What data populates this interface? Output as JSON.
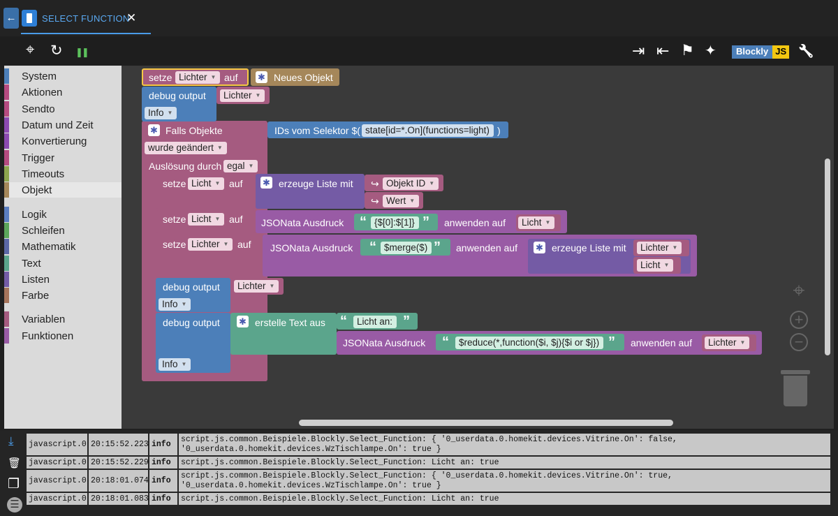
{
  "tab": {
    "title": "SELECT FUNCTION",
    "close": "✕",
    "back": "←"
  },
  "toolbar": {
    "locate_icon": "⌖",
    "refresh_icon": "↻",
    "pause_icon": "❚❚",
    "export_icon": "⇥",
    "import_icon": "⇤",
    "flag_icon": "⚑",
    "sparkle_icon": "✦",
    "blockly_label": "Blockly",
    "js_label": "JS",
    "wrench_icon": "🔧"
  },
  "categories": [
    {
      "label": "System",
      "color": "#4c7fb9"
    },
    {
      "label": "Aktionen",
      "color": "#b54b80"
    },
    {
      "label": "Sendto",
      "color": "#b54b80"
    },
    {
      "label": "Datum und Zeit",
      "color": "#8b4ab0"
    },
    {
      "label": "Konvertierung",
      "color": "#8b4ab0"
    },
    {
      "label": "Trigger",
      "color": "#b54b80"
    },
    {
      "label": "Timeouts",
      "color": "#8ea54e"
    },
    {
      "label": "Objekt",
      "color": "#a5875a"
    },
    {
      "label": "Logik",
      "color": "#5b7ec0"
    },
    {
      "label": "Schleifen",
      "color": "#5ba55b"
    },
    {
      "label": "Mathematik",
      "color": "#5b67a5"
    },
    {
      "label": "Text",
      "color": "#5ba58c"
    },
    {
      "label": "Listen",
      "color": "#745ba5"
    },
    {
      "label": "Farbe",
      "color": "#a5745b"
    },
    {
      "label": "Variablen",
      "color": "#a55b80"
    },
    {
      "label": "Funktionen",
      "color": "#995ba5"
    }
  ],
  "blocks": {
    "setze": "setze",
    "auf": "auf",
    "var_lichter": "Lichter",
    "var_licht": "Licht",
    "neues_objekt": "Neues Objekt",
    "debug_output": "debug output",
    "info": "Info",
    "falls_objekte": "Falls Objekte",
    "ids_selektor": "IDs vom Selektor $(",
    "selector": "state[id=*.On](functions=light)",
    "close_paren": ")",
    "wurde_geaendert": "wurde geändert",
    "ausloesung": "Auslösung durch",
    "egal": "egal",
    "erzeuge_liste": "erzeuge Liste mit",
    "objekt_id": "Objekt ID",
    "wert": "Wert",
    "jsonata": "JSONata Ausdruck",
    "expr1": "{$[0]:$[1]}",
    "expr2": "$merge($)",
    "expr3": "$reduce(*,function($i, $j){$i or $j})",
    "anwenden_auf": "anwenden auf",
    "erstelle_text": "erstelle Text aus",
    "licht_an": "Licht an:",
    "open_quote": "“",
    "close_quote": "”",
    "link_arrow": "↪"
  },
  "workspace": {
    "center_icon": "⌖",
    "zoom_in": "+",
    "zoom_out": "−"
  },
  "log_icons": {
    "download": "⤓",
    "clear": "🗑",
    "copy": "❐",
    "list": "☰"
  },
  "log": [
    {
      "source": "javascript.0",
      "time": "20:15:52.223",
      "level": "info",
      "message": "script.js.common.Beispiele.Blockly.Select_Function: { '0_userdata.0.homekit.devices.Vitrine.On': false,\n'0_userdata.0.homekit.devices.WzTischlampe.On': true }"
    },
    {
      "source": "javascript.0",
      "time": "20:15:52.229",
      "level": "info",
      "message": "script.js.common.Beispiele.Blockly.Select_Function: Licht an: true"
    },
    {
      "source": "javascript.0",
      "time": "20:18:01.074",
      "level": "info",
      "message": "script.js.common.Beispiele.Blockly.Select_Function: { '0_userdata.0.homekit.devices.Vitrine.On': true,\n'0_userdata.0.homekit.devices.WzTischlampe.On': true }"
    },
    {
      "source": "javascript.0",
      "time": "20:18:01.083",
      "level": "info",
      "message": "script.js.common.Beispiele.Blockly.Select_Function: Licht an: true"
    }
  ]
}
